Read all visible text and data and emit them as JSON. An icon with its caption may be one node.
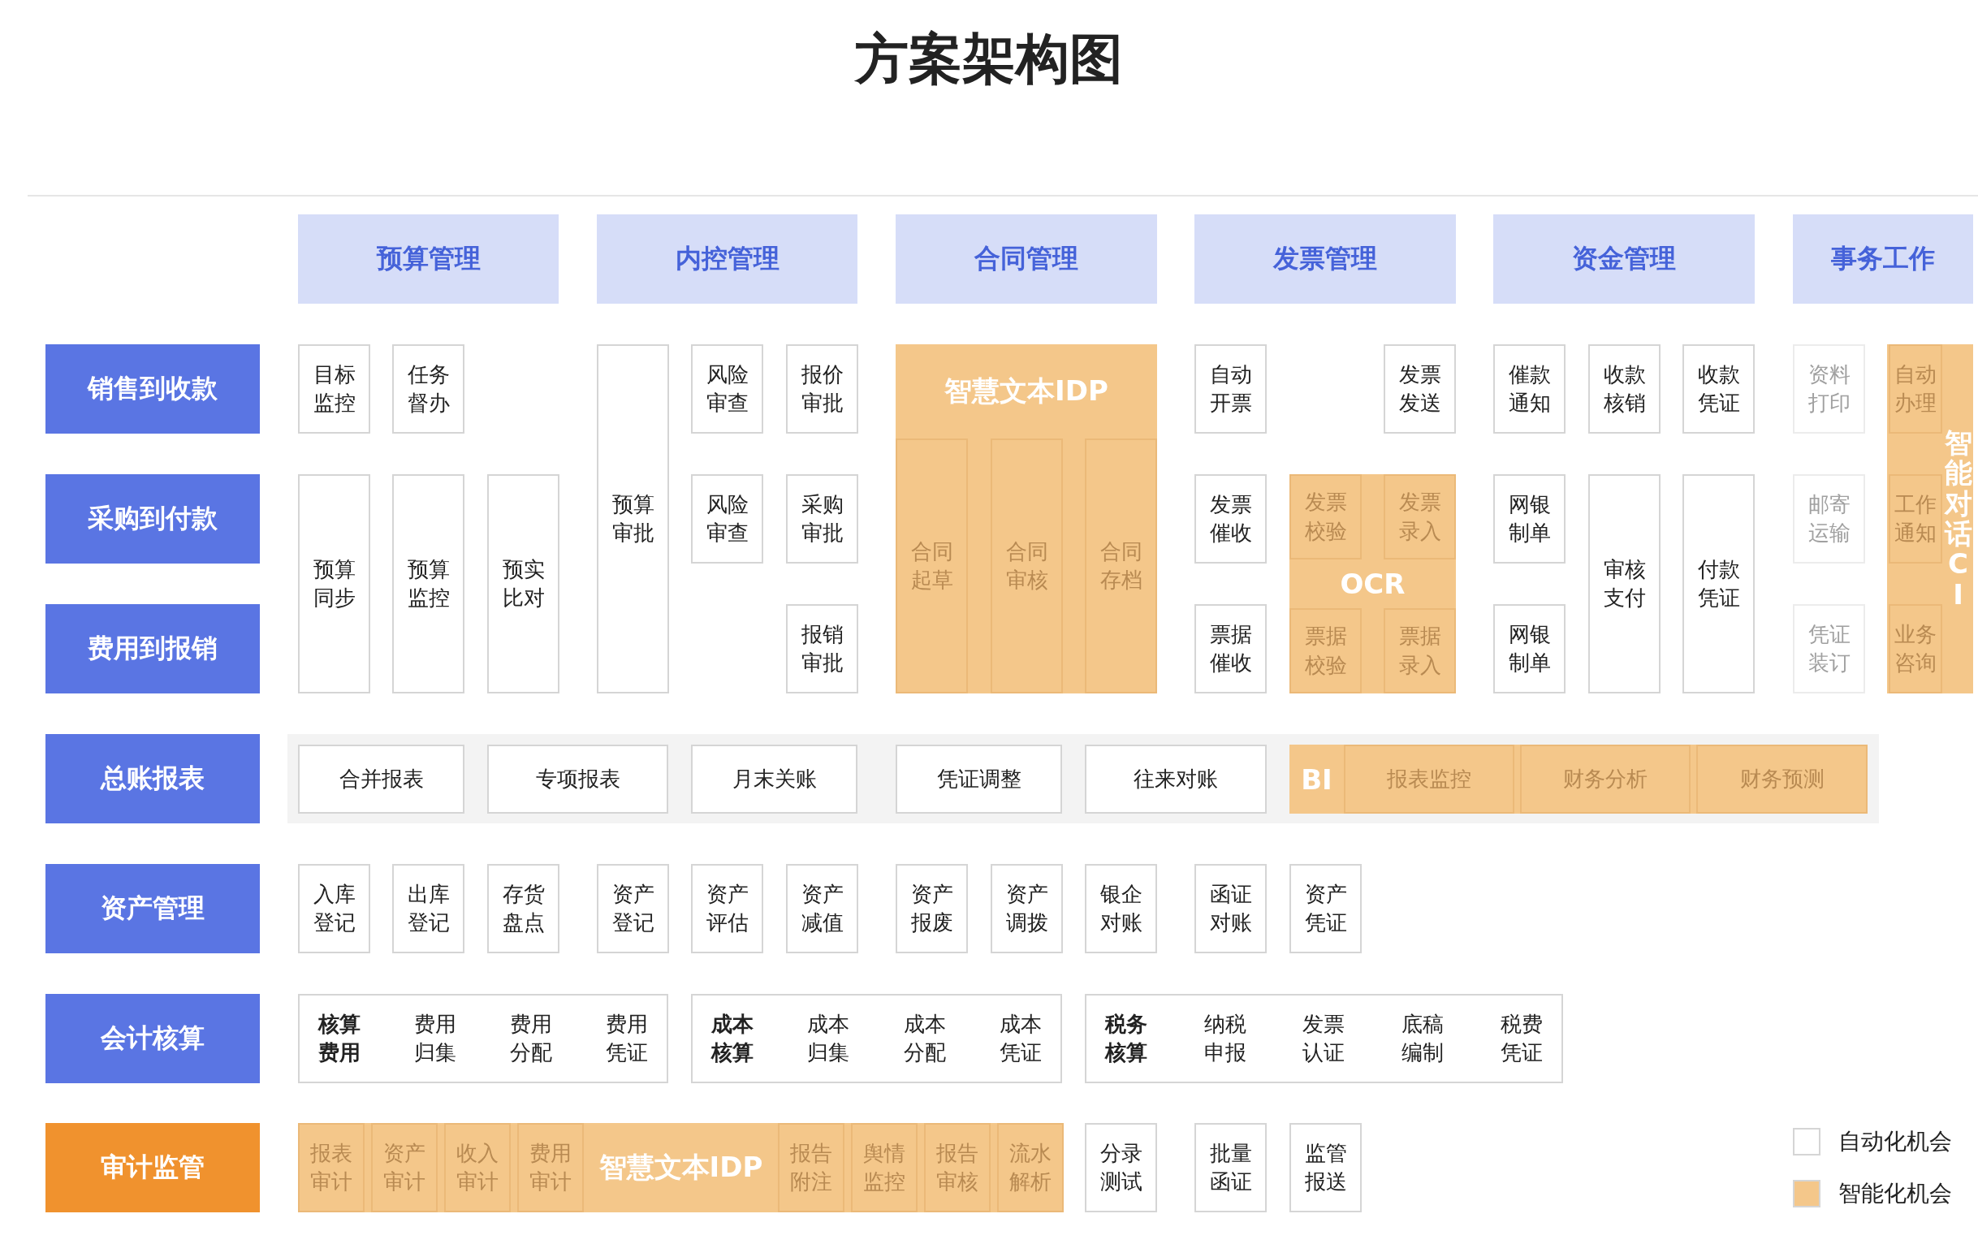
{
  "diagram": {
    "title": "方案架构图",
    "nodes": [
      {
        "text": [
          "预算管理"
        ]
      },
      {
        "text": [
          "内控管理"
        ]
      },
      {
        "text": [
          "合同管理"
        ]
      },
      {
        "text": [
          "发票管理"
        ]
      },
      {
        "text": [
          "资金管理"
        ]
      },
      {
        "text": [
          "事务工作"
        ]
      },
      {
        "text": [
          "销售到收款"
        ]
      },
      {
        "text": [
          "采购到付款"
        ]
      },
      {
        "text": [
          "费用到报销"
        ]
      },
      {
        "text": [
          "总账报表"
        ]
      },
      {
        "text": [
          "资产管理"
        ]
      },
      {
        "text": [
          "会计核算"
        ]
      },
      {
        "text": [
          "审计监管"
        ]
      },
      {
        "text": [
          "目标监控"
        ]
      },
      {
        "text": [
          "任务督办"
        ]
      },
      {
        "text": [
          "预算审批"
        ]
      },
      {
        "text": [
          "风险审查"
        ]
      },
      {
        "text": [
          "报价审批"
        ]
      },
      {
        "text": [
          "智慧文本IDP"
        ]
      },
      {
        "text": [
          "合同起草"
        ],
        "in": 18
      },
      {
        "text": [
          "合同审核"
        ],
        "in": 18
      },
      {
        "text": [
          "合同存档"
        ],
        "in": 18
      },
      {
        "text": [
          "自动开票"
        ]
      },
      {
        "text": [
          "发票发送"
        ]
      },
      {
        "text": [
          "催款通知"
        ]
      },
      {
        "text": [
          "收款核销"
        ]
      },
      {
        "text": [
          "收款凭证"
        ]
      },
      {
        "text": [
          "资料打印"
        ]
      },
      {
        "text": [
          "智能对话CI"
        ]
      },
      {
        "text": [
          "自动办理"
        ],
        "in": 28
      },
      {
        "text": [
          "工作通知"
        ],
        "in": 28
      },
      {
        "text": [
          "业务咨询"
        ],
        "in": 28
      },
      {
        "text": [
          "预算同步"
        ]
      },
      {
        "text": [
          "预算监控"
        ]
      },
      {
        "text": [
          "预实比对"
        ]
      },
      {
        "text": [
          "风险审查"
        ]
      },
      {
        "text": [
          "采购审批"
        ]
      },
      {
        "text": [
          "发票催收"
        ]
      },
      {
        "text": [
          "OCR"
        ]
      },
      {
        "text": [
          "发票校验"
        ],
        "in": 38
      },
      {
        "text": [
          "发票录入"
        ],
        "in": 38
      },
      {
        "text": [
          "票据校验"
        ],
        "in": 38
      },
      {
        "text": [
          "票据录入"
        ],
        "in": 38
      },
      {
        "text": [
          "网银制单"
        ]
      },
      {
        "text": [
          "审核支付"
        ]
      },
      {
        "text": [
          "付款凭证"
        ]
      },
      {
        "text": [
          "邮寄运输"
        ]
      },
      {
        "text": [
          "报销审批"
        ]
      },
      {
        "text": [
          "票据催收"
        ]
      },
      {
        "text": [
          "网银制单"
        ]
      },
      {
        "text": [
          "凭证装订"
        ]
      },
      {
        "text": [],
        "shape": "band"
      },
      {
        "text": [
          "合并报表"
        ],
        "in": 51
      },
      {
        "text": [
          "专项报表"
        ],
        "in": 51
      },
      {
        "text": [
          "月末关账"
        ],
        "in": 51
      },
      {
        "text": [
          "凭证调整"
        ],
        "in": 51
      },
      {
        "text": [
          "往来对账"
        ],
        "in": 51
      },
      {
        "text": [
          "BI"
        ],
        "in": 51
      },
      {
        "text": [
          "报表监控"
        ],
        "in": 57
      },
      {
        "text": [
          "财务分析"
        ],
        "in": 57
      },
      {
        "text": [
          "财务预测"
        ],
        "in": 57
      },
      {
        "text": [
          "入库登记"
        ]
      },
      {
        "text": [
          "出库登记"
        ]
      },
      {
        "text": [
          "存货盘点"
        ]
      },
      {
        "text": [
          "资产登记"
        ]
      },
      {
        "text": [
          "资产评估"
        ]
      },
      {
        "text": [
          "资产减值"
        ]
      },
      {
        "text": [
          "资产报废"
        ]
      },
      {
        "text": [
          "资产调拨"
        ]
      },
      {
        "text": [
          "银企对账"
        ]
      },
      {
        "text": [
          "函证对账"
        ]
      },
      {
        "text": [
          "资产凭证"
        ]
      },
      {
        "text": [
          "核算费用",
          "费用归集",
          "费用分配",
          "费用凭证"
        ]
      },
      {
        "text": [
          "成本核算",
          "成本归集",
          "成本分配",
          "成本凭证"
        ]
      },
      {
        "text": [
          "税务核算",
          "纳税申报",
          "发票认证",
          "底稿编制",
          "税费凭证"
        ]
      },
      {
        "text": [
          "智慧文本IDP"
        ]
      },
      {
        "text": [
          "报表审计"
        ],
        "in": 75
      },
      {
        "text": [
          "资产审计"
        ],
        "in": 75
      },
      {
        "text": [
          "收入审计"
        ],
        "in": 75
      },
      {
        "text": [
          "费用审计"
        ],
        "in": 75
      },
      {
        "text": [
          "报告附注"
        ],
        "in": 75
      },
      {
        "text": [
          "舆情监控"
        ],
        "in": 75
      },
      {
        "text": [
          "报告审核"
        ],
        "in": 75
      },
      {
        "text": [
          "流水解析"
        ],
        "in": 75
      },
      {
        "text": [
          "分录测试"
        ]
      },
      {
        "text": [
          "批量函证"
        ]
      },
      {
        "text": [
          "监管报送"
        ]
      }
    ],
    "legend": [
      {
        "text": "自动化机会",
        "color": "#ffffff"
      },
      {
        "text": "智能化机会",
        "color": "#f4c78a"
      }
    ]
  }
}
